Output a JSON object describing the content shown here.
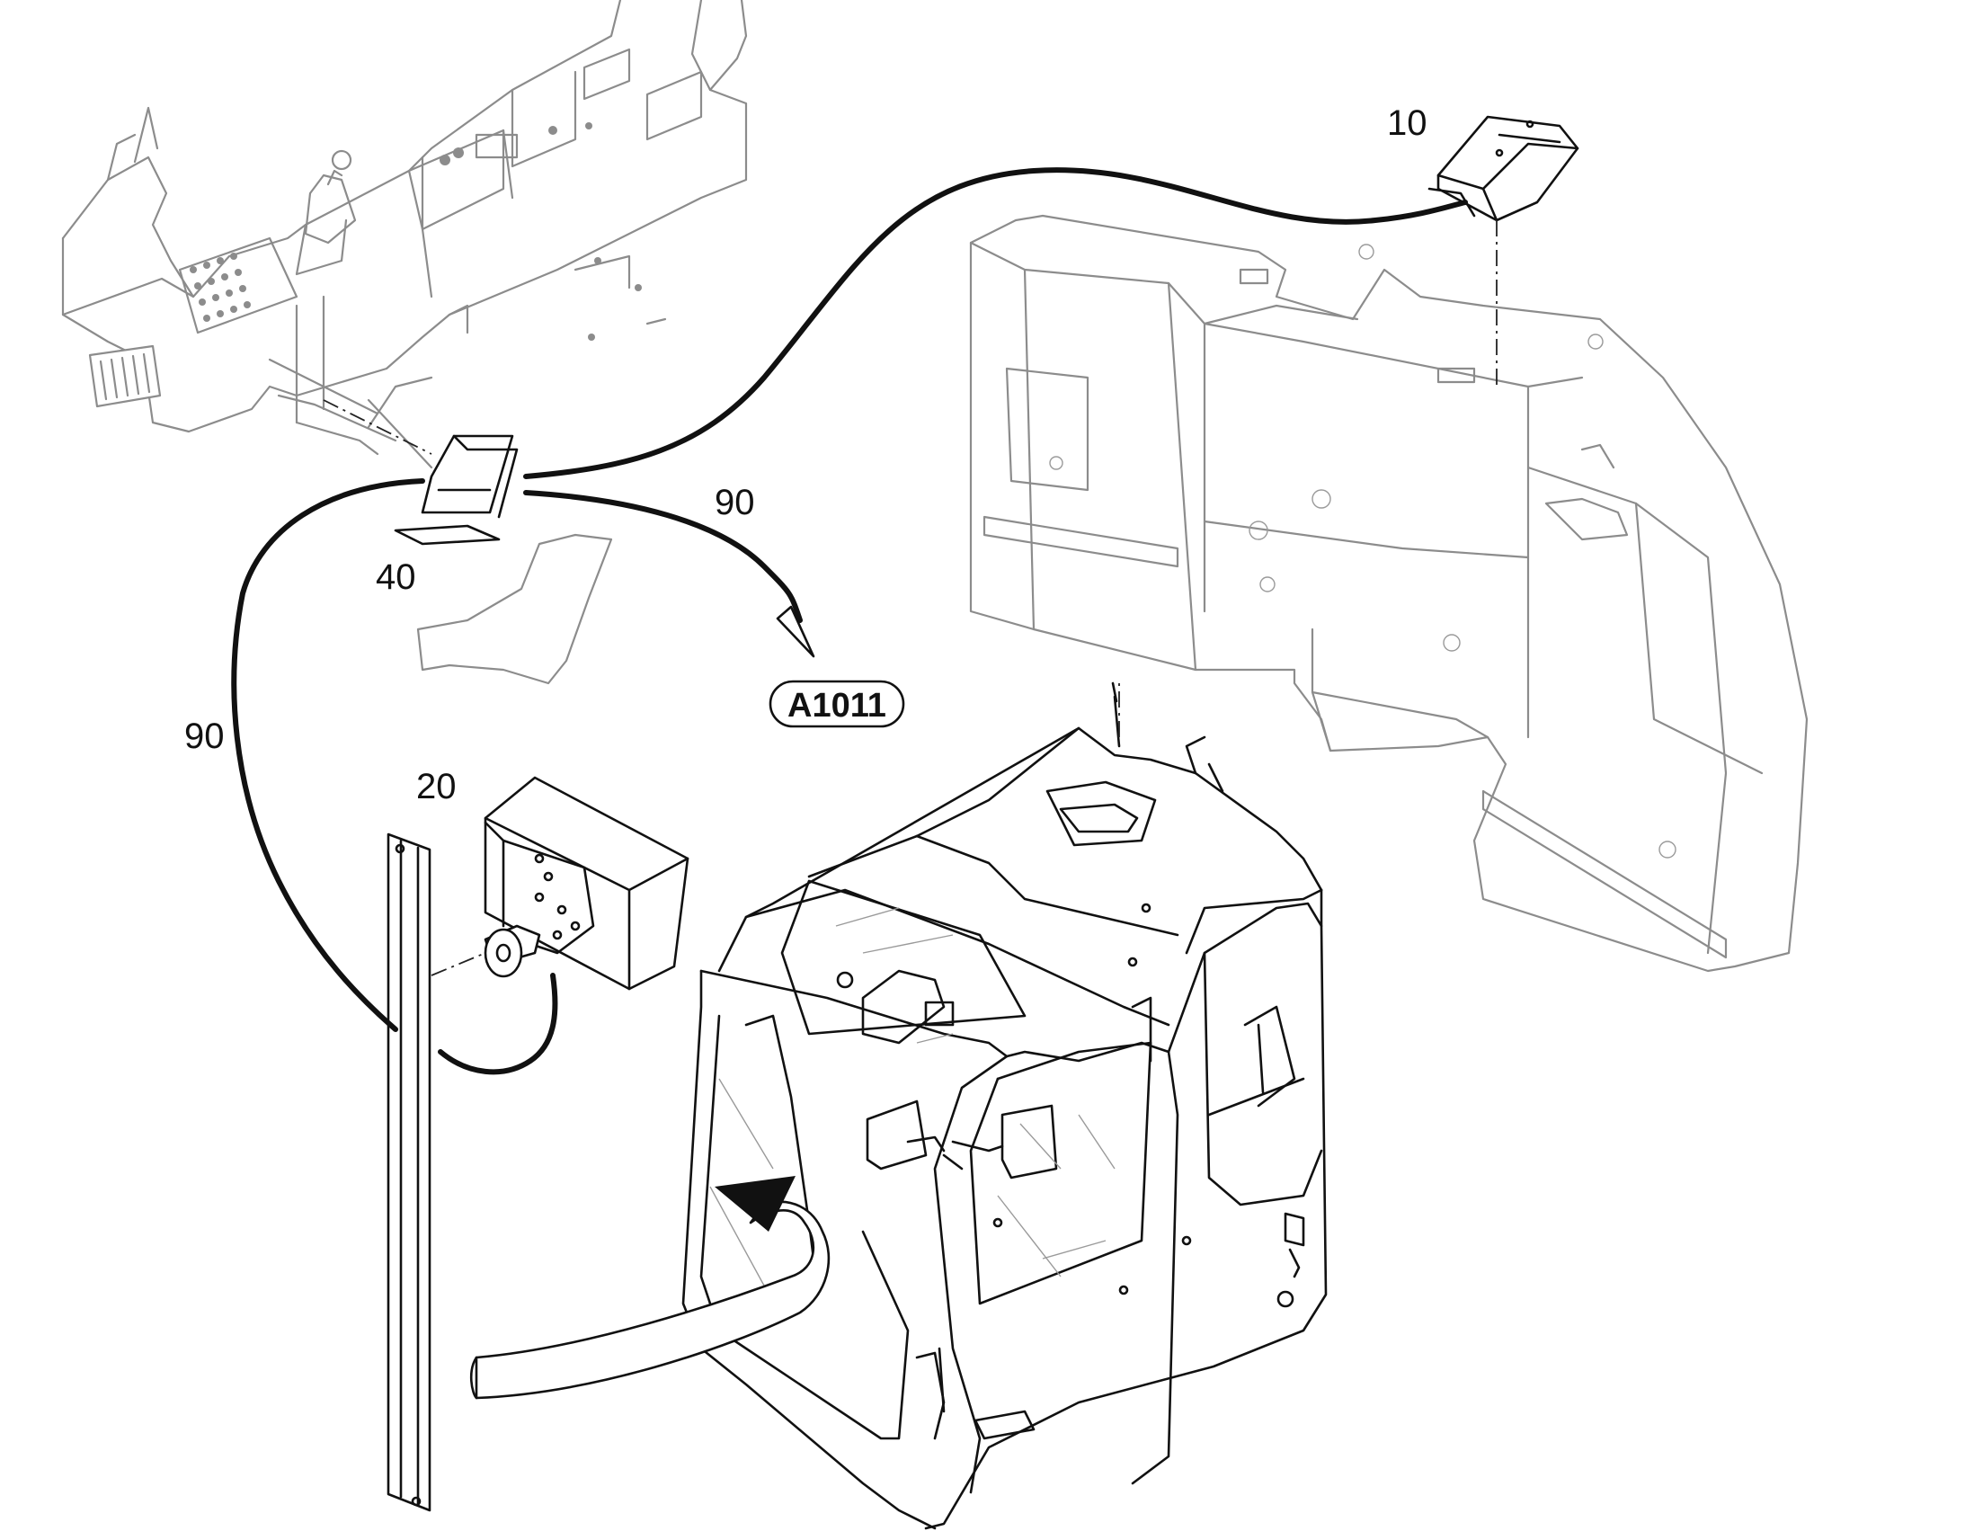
{
  "callouts": {
    "part_10": "10",
    "part_20": "20",
    "part_40": "40",
    "part_90_right": "90",
    "part_90_left": "90"
  },
  "reference": {
    "label": "A1011"
  },
  "colors": {
    "line_black": "#111111",
    "line_gray": "#8c8c8c",
    "background": "#ffffff"
  }
}
